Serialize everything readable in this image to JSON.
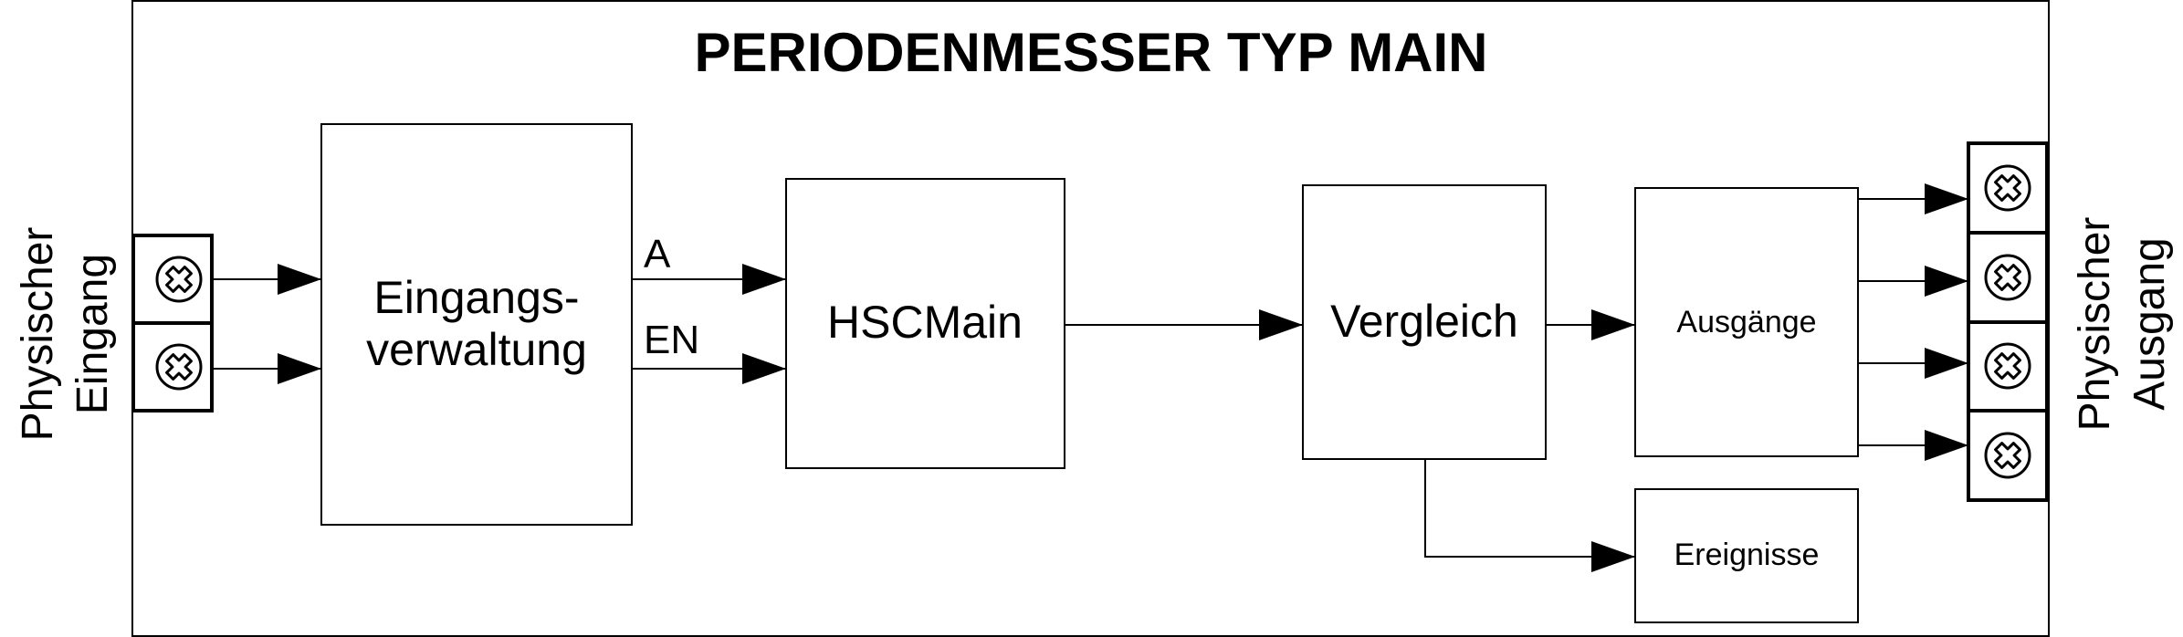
{
  "title": "PERIODENMESSER TYP MAIN",
  "blocks": {
    "eingangsverwaltung": {
      "line1": "Eingangs-",
      "line2": "verwaltung"
    },
    "hscmain": {
      "label": "HSCMain"
    },
    "vergleich": {
      "label": "Vergleich"
    },
    "ausgaenge": {
      "label": "Ausgänge"
    },
    "ereignisse": {
      "label": "Ereignisse"
    }
  },
  "signals": {
    "a": "A",
    "en": "EN"
  },
  "physical_input": {
    "line1": "Physischer",
    "line2": "Eingang"
  },
  "physical_output": {
    "line1": "Physischer",
    "line2": "Ausgang"
  }
}
